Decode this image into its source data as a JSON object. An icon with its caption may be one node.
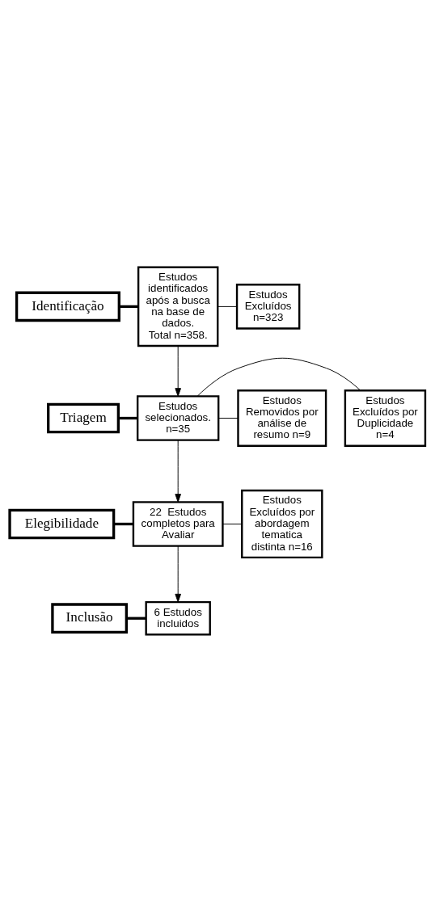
{
  "diagram": {
    "nodes": [
      {
        "text": [
          "Identificação"
        ]
      },
      {
        "text": [
          "Estudos identificados após a busca na base de dados.",
          "Total n=358."
        ]
      },
      {
        "text": [
          "Estudos Excluídos n=323"
        ]
      },
      {
        "text": [
          "Triagem"
        ]
      },
      {
        "text": [
          "Estudos selecionados.",
          "n=35"
        ]
      },
      {
        "text": [
          "Estudos Excluídos por Duplicidade n=4"
        ]
      },
      {
        "text": [
          "Estudos Removidos por análise de resumo n=9"
        ]
      },
      {
        "text": [
          "Elegibilidade"
        ]
      },
      {
        "text": [
          "22  Estudos completos para Avaliar"
        ]
      },
      {
        "text": [
          "Estudos Excluídos por abordagem tematica distinta n=16"
        ]
      },
      {
        "text": [
          "Inclusão"
        ]
      },
      {
        "text": [
          "6 Estudos incluidos"
        ]
      }
    ],
    "edges": [
      {
        "from": 0,
        "to": 1,
        "arrow": "none",
        "style": "thick"
      },
      {
        "from": 1,
        "to": 2,
        "arrow": "none"
      },
      {
        "from": 1,
        "to": 4,
        "arrow": "to"
      },
      {
        "from": 3,
        "to": 4,
        "arrow": "none",
        "style": "thick"
      },
      {
        "from": 4,
        "to": 5,
        "arrow": "none"
      },
      {
        "from": 4,
        "to": 6,
        "arrow": "none"
      },
      {
        "from": 4,
        "to": 8,
        "arrow": "to"
      },
      {
        "from": 7,
        "to": 8,
        "arrow": "none",
        "style": "thick"
      },
      {
        "from": 8,
        "to": 9,
        "arrow": "none"
      },
      {
        "from": 8,
        "to": 11,
        "arrow": "to"
      },
      {
        "from": 10,
        "to": 11,
        "arrow": "none",
        "style": "thick"
      }
    ]
  }
}
